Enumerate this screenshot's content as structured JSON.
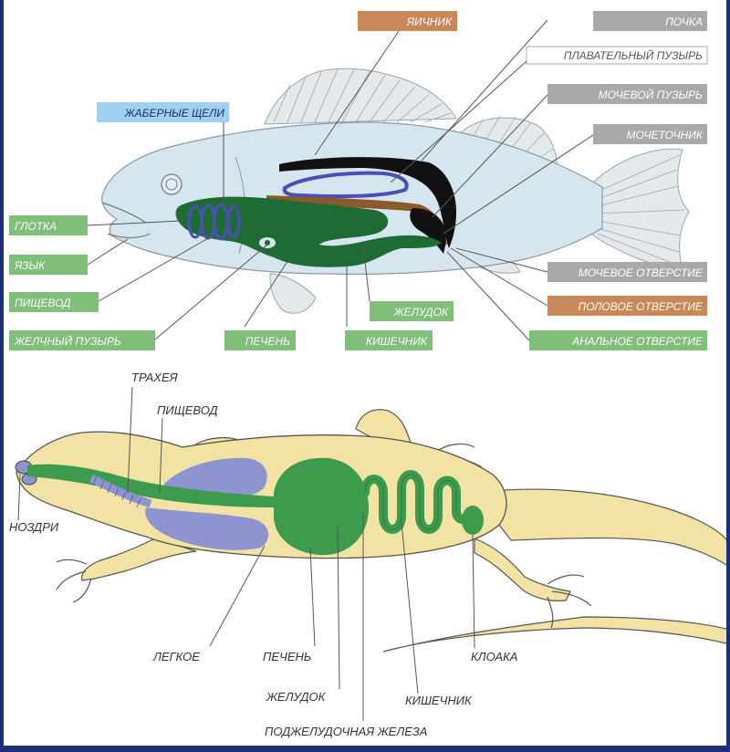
{
  "colors": {
    "frame": "#1c2f7a",
    "label_green": "#7fbf7a",
    "label_grey": "#a9a9a9",
    "label_brown": "#c9885a",
    "label_blue": "#9fd0ef",
    "fish_body": "#d6e6ee",
    "organ_dark_green": "#1f6b35",
    "kidney_black": "#111111",
    "swim_bladder_blue": "#4b4fb5",
    "ovary_brown": "#8a5a2a",
    "lizard_body": "#f2e3a4",
    "lizard_organs": "#3d9b4e",
    "lizard_lungs": "#8d94d0"
  },
  "fish_labels": {
    "ovary": "ЯИЧНИК",
    "kidney": "ПОЧКА",
    "swim_bladder": "ПЛАВАТЕЛЬНЫЙ ПУЗЫРЬ",
    "urinary_bladder": "МОЧЕВОЙ ПУЗЫРЬ",
    "ureter": "МОЧЕТОЧНИК",
    "gill_slits": "ЖАБЕРНЫЕ ЩЕЛИ",
    "pharynx": "ГЛОТКА",
    "tongue": "ЯЗЫК",
    "esophagus": "ПИЩЕВОД",
    "gallbladder": "ЖЕЛЧНЫЙ ПУЗЫРЬ",
    "liver": "ПЕЧЕНЬ",
    "intestine": "КИШЕЧНИК",
    "stomach": "ЖЕЛУДОК",
    "urinary_opening": "МОЧЕВОЕ ОТВЕРСТИЕ",
    "genital_opening": "ПОЛОВОЕ ОТВЕРСТИЕ",
    "anal_opening": "АНАЛЬНОЕ ОТВЕРСТИЕ"
  },
  "lizard_labels": {
    "trachea": "ТРАХЕЯ",
    "esophagus": "ПИЩЕВОД",
    "nostrils": "НОЗДРИ",
    "lung": "ЛЕГКОЕ",
    "liver": "ПЕЧЕНЬ",
    "stomach": "ЖЕЛУДОК",
    "pancreas": "ПОДЖЕЛУДОЧНАЯ ЖЕЛЕЗА",
    "intestine": "КИШЕЧНИК",
    "cloaca": "КЛОАКА"
  }
}
